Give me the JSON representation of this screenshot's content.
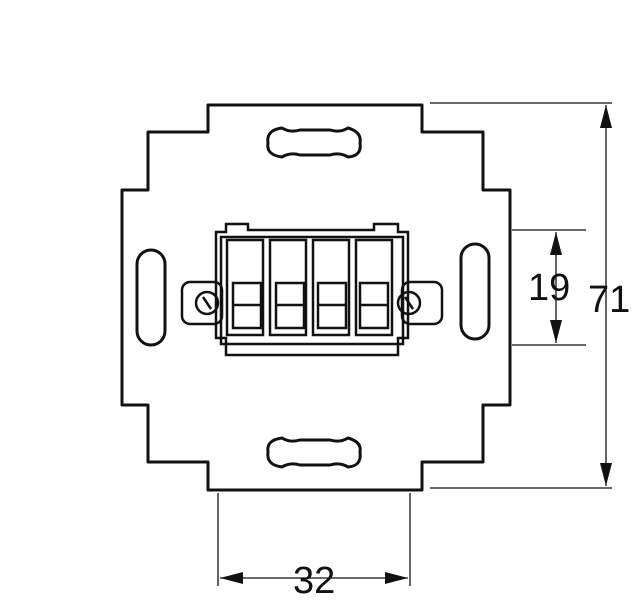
{
  "dimensions": {
    "height_total": "71",
    "height_inner": "19",
    "width_connector": "32"
  }
}
